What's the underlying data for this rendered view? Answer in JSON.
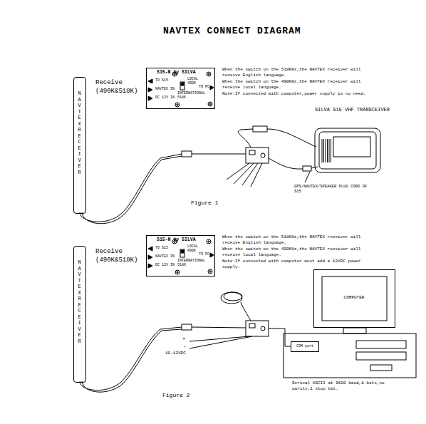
{
  "diagram": {
    "title": "NAVTEX CONNECT DIAGRAM",
    "nodes": [
      {
        "text": [
          "NAVTEX RECEIVER"
        ]
      },
      {
        "text": [
          "S15-N by SILVA",
          "TO S15",
          "NAVTEX IN",
          "DC 12V IN",
          "LOCAL 490K",
          "INTERNATIONAL 518K",
          "TO PC"
        ]
      },
      {
        "text": [
          "SILVA S15 VHF TRANSCEIVER"
        ]
      },
      {
        "text": [
          "NAVTEX RECEIVER"
        ]
      },
      {
        "text": [
          "S15-N by SILVA",
          "TO S15",
          "NAVTEX IN",
          "DC 12V IN",
          "LOCAL 490K",
          "INTERNATIONAL 518K",
          "TO PC"
        ]
      },
      {
        "text": [
          "COMPUTER"
        ]
      },
      {
        "text": [
          "COM port"
        ]
      }
    ],
    "labels": [
      "Receive (490K&518K)",
      "When the switch on the 518KHz,the NAVTEX receiver will receive English language.",
      "When the switch on the 490KHz,the NAVTEX receiver will receive local language.",
      "Note:If connected with computer,power supply is no need.",
      "GPS/NAVTEX/SPEAKER PLUG CORD OF S15",
      "Figure 1",
      "Receive (490K&518K)",
      "When the switch on the 518KHz,the NAVTEX receiver will receive English language.",
      "When the switch on the 490KHz,the NAVTEX receiver will receive local language.",
      "Note:If connected with computer must add a 12VDC power supply.",
      "+",
      "-",
      "10-12VDC",
      "Serical ASCII at 9600 baud,8-bits,no parity,1 stop bit.",
      "Figure 2"
    ]
  }
}
